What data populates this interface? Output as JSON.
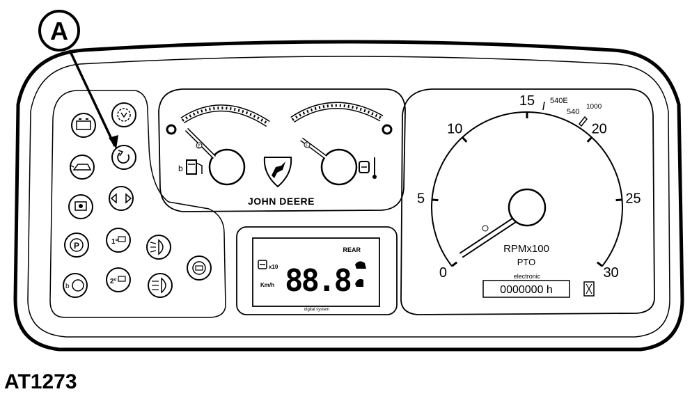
{
  "callout": {
    "label": "A"
  },
  "brand": {
    "name": "JOHN DEERE"
  },
  "gauges": {
    "fuel_marker": "E",
    "temp_marker": "F"
  },
  "lcd": {
    "mode": "REAR",
    "multiplier": "x10",
    "unit": "Km/h",
    "digits": "88.8",
    "caption": "digital system"
  },
  "tachometer": {
    "scale_labels": [
      "0",
      "5",
      "10",
      "15",
      "20",
      "25",
      "30"
    ],
    "pto_marks": [
      "540E",
      "540",
      "1000"
    ],
    "unit_label": "RPMx100",
    "pto_label": "PTO",
    "hour_meter_caption": "electronic",
    "hour_meter_value": "0000000 h"
  },
  "figure_id": "AT1273",
  "icon_names": [
    "battery-icon",
    "transmission-warning-icon",
    "engine-oil-icon",
    "pto-engaged-icon",
    "air-filter-icon",
    "turn-signal-icon",
    "parking-brake-icon",
    "range-1-icon",
    "work-lights-icon",
    "brake-fluid-icon",
    "range-2-icon",
    "high-beam-icon",
    "trailer-brake-icon"
  ]
}
